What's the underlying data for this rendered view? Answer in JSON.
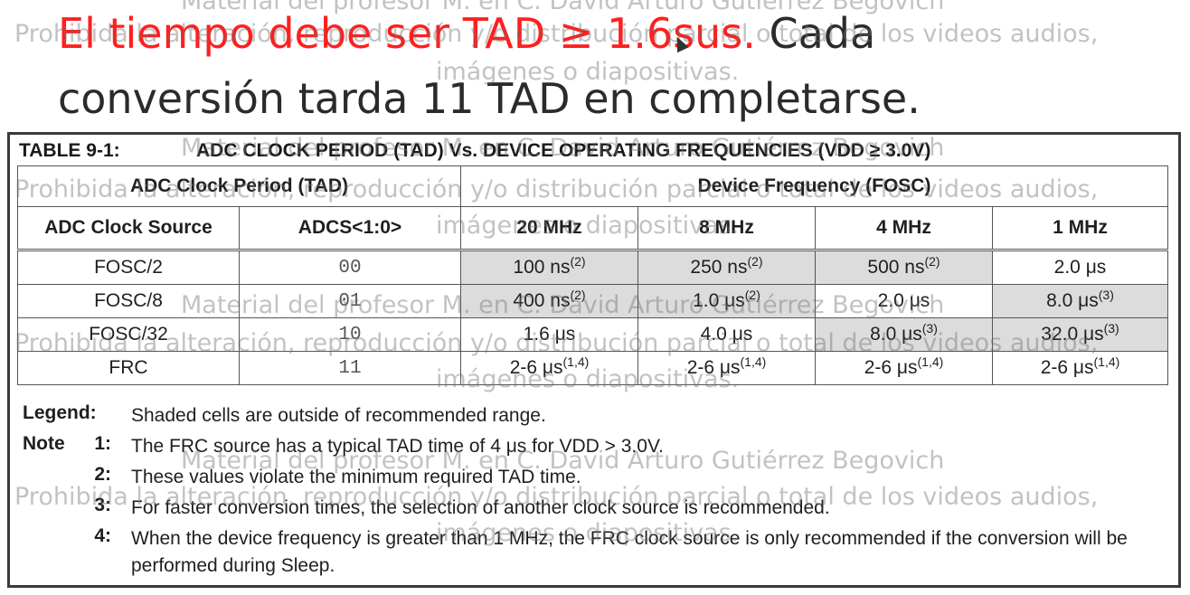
{
  "slide": {
    "title_red": "El tiempo debe ser TAD ≥ 1.6sus.",
    "title_black_end": " Cada",
    "title_line2": "conversión tarda 11 TAD en completarse."
  },
  "table": {
    "number": "TABLE 9-1:",
    "caption": "ADC CLOCK PERIOD (TAD) Vs. DEVICE OPERATING FREQUENCIES (VDD ≥ 3.0V)",
    "group_headers": {
      "period": "ADC Clock Period (TAD)",
      "frequency": "Device Frequency (FOSC)"
    },
    "col_headers": [
      "ADC Clock Source",
      "ADCS<1:0>",
      "20 MHz",
      "8 MHz",
      "4 MHz",
      "1 MHz"
    ],
    "rows": [
      {
        "source": "FOSC/2",
        "adcs": "00",
        "cells": [
          {
            "v": "100 ns",
            "n": "(2)",
            "shade": true
          },
          {
            "v": "250 ns",
            "n": "(2)",
            "shade": true
          },
          {
            "v": "500 ns",
            "n": "(2)",
            "shade": true
          },
          {
            "v": "2.0 μs",
            "n": "",
            "shade": false
          }
        ]
      },
      {
        "source": "FOSC/8",
        "adcs": "01",
        "cells": [
          {
            "v": "400 ns",
            "n": "(2)",
            "shade": true
          },
          {
            "v": "1.0 μs",
            "n": "(2)",
            "shade": true
          },
          {
            "v": "2.0 μs",
            "n": "",
            "shade": false
          },
          {
            "v": "8.0 μs",
            "n": "(3)",
            "shade": true
          }
        ]
      },
      {
        "source": "FOSC/32",
        "adcs": "10",
        "cells": [
          {
            "v": "1.6 μs",
            "n": "",
            "shade": false
          },
          {
            "v": "4.0 μs",
            "n": "",
            "shade": false
          },
          {
            "v": "8.0 μs",
            "n": "(3)",
            "shade": true
          },
          {
            "v": "32.0 μs",
            "n": "(3)",
            "shade": true
          }
        ]
      },
      {
        "source": "FRC",
        "adcs": "11",
        "cells": [
          {
            "v": "2-6 μs",
            "n": "(1,4)",
            "shade": false
          },
          {
            "v": "2-6 μs",
            "n": "(1,4)",
            "shade": false
          },
          {
            "v": "2-6 μs",
            "n": "(1,4)",
            "shade": false
          },
          {
            "v": "2-6 μs",
            "n": "(1,4)",
            "shade": false
          }
        ]
      }
    ]
  },
  "legend": {
    "label": "Legend:",
    "text": "Shaded cells are outside of recommended range."
  },
  "notes": {
    "label": "Note",
    "items": [
      {
        "num": "1:",
        "text": "The FRC source has a typical TAD time of 4 μs for VDD > 3.0V."
      },
      {
        "num": "2:",
        "text": "These values violate the minimum required TAD time."
      },
      {
        "num": "3:",
        "text": "For faster conversion times, the selection of another clock source is recommended."
      },
      {
        "num": "4:",
        "text": "When the device frequency is greater than 1 MHz, the FRC clock source is only recommended if the conversion will be performed during Sleep."
      }
    ]
  },
  "watermark": {
    "line1": "Material del profesor M. en C. David Arturo Gutiérrez Begovich",
    "line2": "Prohibida la alteración, reproducción y/o distribución parcial o total de los videos audios,",
    "line3": "imágenes o diapositivas."
  }
}
